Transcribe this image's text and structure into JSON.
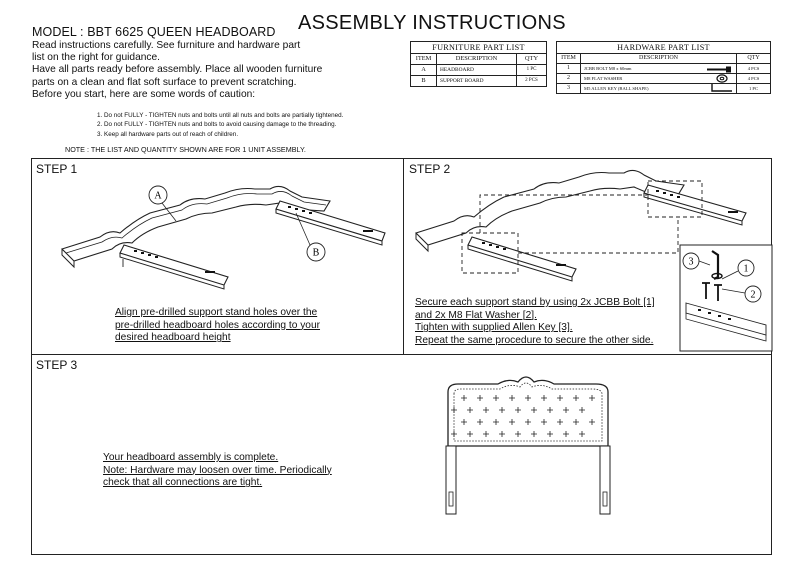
{
  "header": {
    "model": "MODEL : BBT 6625 QUEEN HEADBOARD",
    "title": "ASSEMBLY INSTRUCTIONS"
  },
  "intro": [
    "Read instructions carefully. See furniture and hardware part",
    "list on the right for guidance.",
    "Have all parts ready before assembly. Place all wooden furniture",
    "parts on a clean and flat soft surface to prevent  scratching.",
    "Before you start, here are some words of caution:"
  ],
  "cautions": [
    "1. Do not FULLY - TIGHTEN nuts and bolts until all nuts and bolts are partially tightened.",
    "2. Do not FULLY - TIGHTEN nuts and bolts to avoid causing damage to the threading.",
    "3. Keep all hardware parts out of reach of children."
  ],
  "note": "NOTE : THE LIST AND QUANTITY SHOWN ARE FOR 1 UNIT ASSEMBLY.",
  "furniture_list": {
    "caption": "FURNITURE PART LIST",
    "headers": [
      "ITEM",
      "DESCRIPTION",
      "QTY"
    ],
    "rows": [
      {
        "item": "A",
        "description": "HEADBOARD",
        "qty": "1 PC"
      },
      {
        "item": "B",
        "description": "SUPPORT BOARD",
        "qty": "2 PCS"
      }
    ]
  },
  "hardware_list": {
    "caption": "HARDWARE PART LIST",
    "headers": [
      "ITEM",
      "DESCRIPTION",
      "QTY"
    ],
    "rows": [
      {
        "item": "1",
        "description": "JCBB BOLT M8 x 60mm",
        "qty": "4 PCS",
        "icon": "bolt-icon"
      },
      {
        "item": "2",
        "description": "M8 FLAT WASHER",
        "qty": "4 PCS",
        "icon": "washer-icon"
      },
      {
        "item": "3",
        "description": "M5 ALLEN KEY (BALL SHAPE)",
        "qty": "1 PC",
        "icon": "allen-key-icon"
      }
    ]
  },
  "steps": [
    {
      "label": "STEP 1",
      "callouts": [
        "A",
        "B"
      ],
      "text": [
        "Align pre-drilled support stand holes over the",
        "pre-drilled headboard holes according to your",
        "desired headboard height"
      ]
    },
    {
      "label": "STEP 2",
      "callouts": [
        "3",
        "1",
        "2"
      ],
      "text": [
        "Secure each support stand by using 2x JCBB Bolt [1]",
        "and 2x M8 Flat Washer [2].",
        "Tighten with supplied Allen Key [3].",
        "Repeat the same procedure to secure the other side."
      ]
    },
    {
      "label": "STEP 3",
      "text": [
        "Your headboard assembly is complete.",
        "Note: Hardware may loosen over time. Periodically",
        "check that all connections are tight."
      ]
    }
  ]
}
